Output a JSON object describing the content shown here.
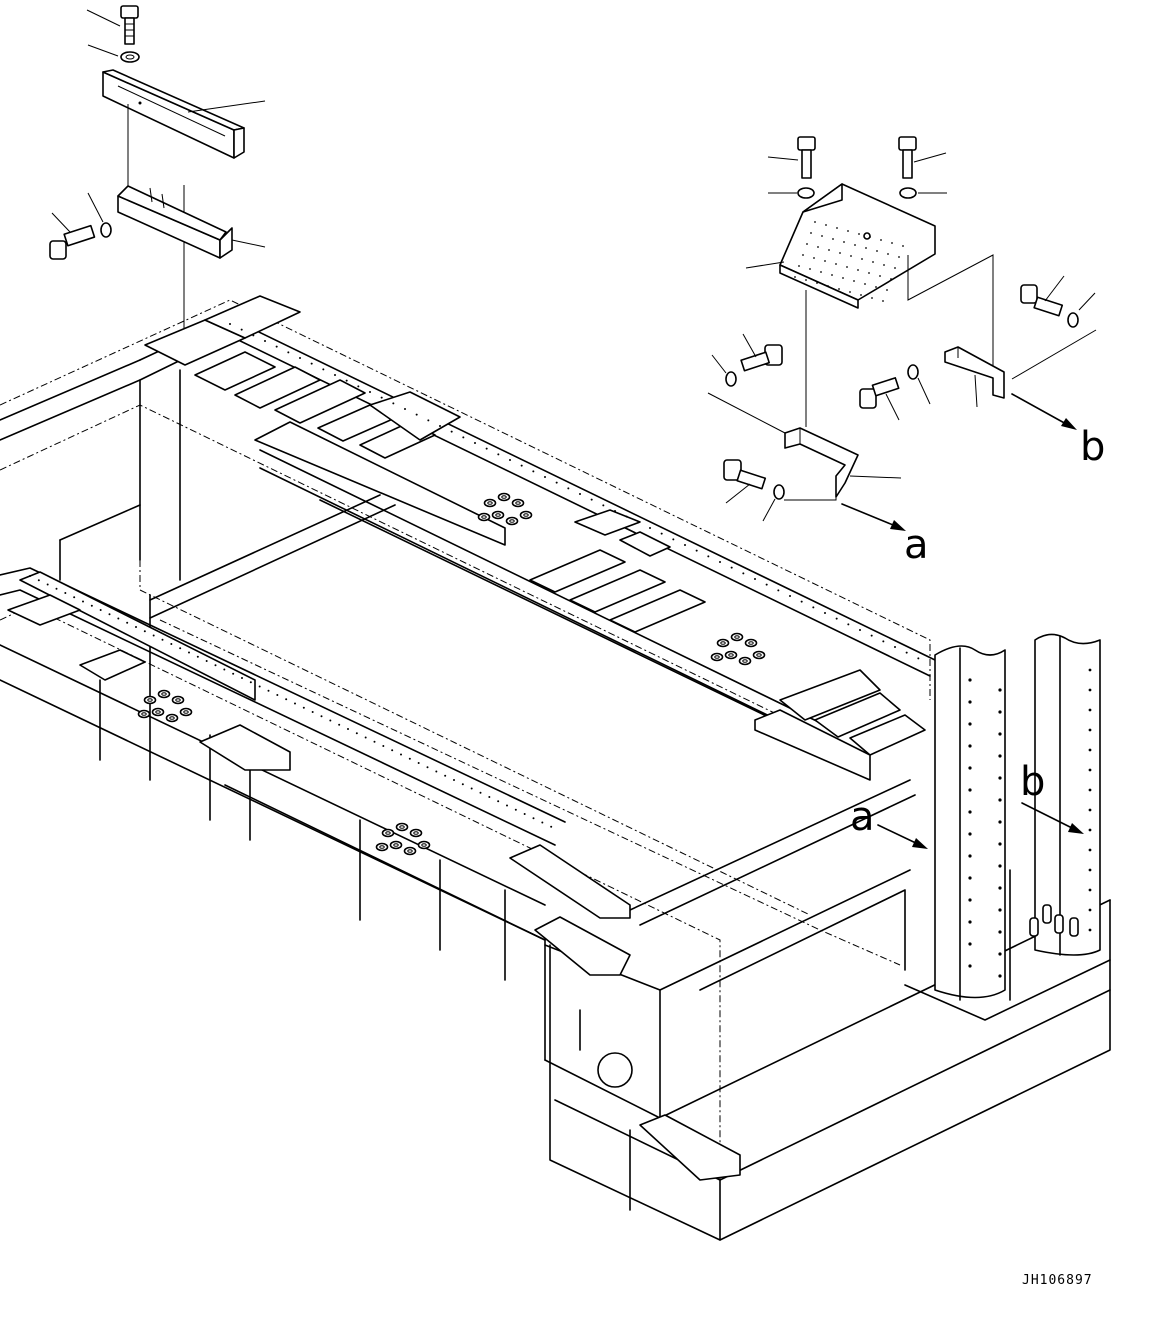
{
  "labels": {
    "arrow_a_top": "a",
    "arrow_b_top": "b",
    "arrow_a_frame": "a",
    "arrow_b_frame": "b"
  },
  "drawing_code": "JH106897"
}
